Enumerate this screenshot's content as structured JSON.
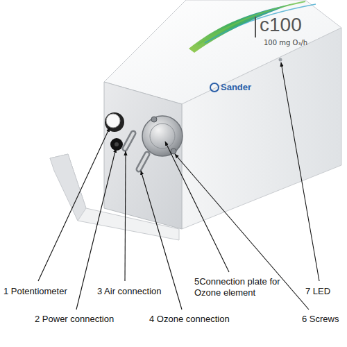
{
  "diagram": {
    "labels": [
      "c100",
      "100 mg O₃/h",
      "Sander",
      "1 Potentiometer",
      "3 Air connection",
      "5Connection plate for Ozone element",
      "7 LED",
      "2 Power connection",
      "4 Ozone connection",
      "6 Screws"
    ]
  }
}
